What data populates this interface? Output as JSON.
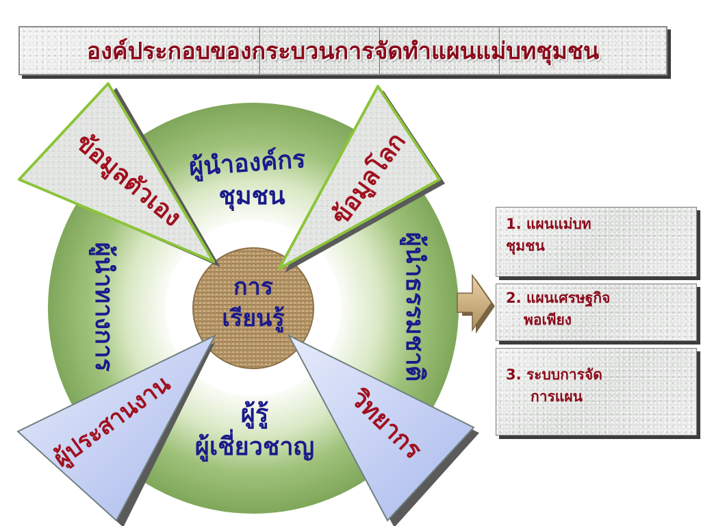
{
  "title": {
    "text": "องค์ประกอบของกระบวนการจัดทำแผนแม่บทชุมชน"
  },
  "center": {
    "line1": "การ",
    "line2": "เรียนรู้"
  },
  "ring_labels": {
    "top_line1": "ผู้นำองค์กร",
    "top_line2": "ชุมชน",
    "left": "ผู้นำทางการ",
    "right": "ผู้นำธรรมชาติ",
    "bottom_line1": "ผู้รู้",
    "bottom_line2": "ผู้เชี่ยวชาญ"
  },
  "wedges": {
    "self_info": "ข้อมูลตัวเอง",
    "world_info": "ข้อมูลโลก",
    "coordinator": "ผู้ประสานงาน",
    "lecturer": "วิทยากร"
  },
  "outputs": [
    {
      "line1": "1. แผนแม่บท",
      "line2": "ชุมชน"
    },
    {
      "line1": "2. แผนเศรษฐกิจ",
      "line2": "พอเพียง"
    },
    {
      "line1": "3. ระบบการจัด",
      "line2": "การแผน"
    }
  ],
  "colors": {
    "title_text": "#8b0a1a",
    "ring_green": "#8db26a",
    "ring_label": "#1a1a8c",
    "wedge_text": "#a0101e",
    "wedge_green_border": "#8cc43a",
    "wedge_blue_fill": "#c8d2f2",
    "center_burlap": "#b8986a",
    "arrow": "#c8aa78"
  }
}
